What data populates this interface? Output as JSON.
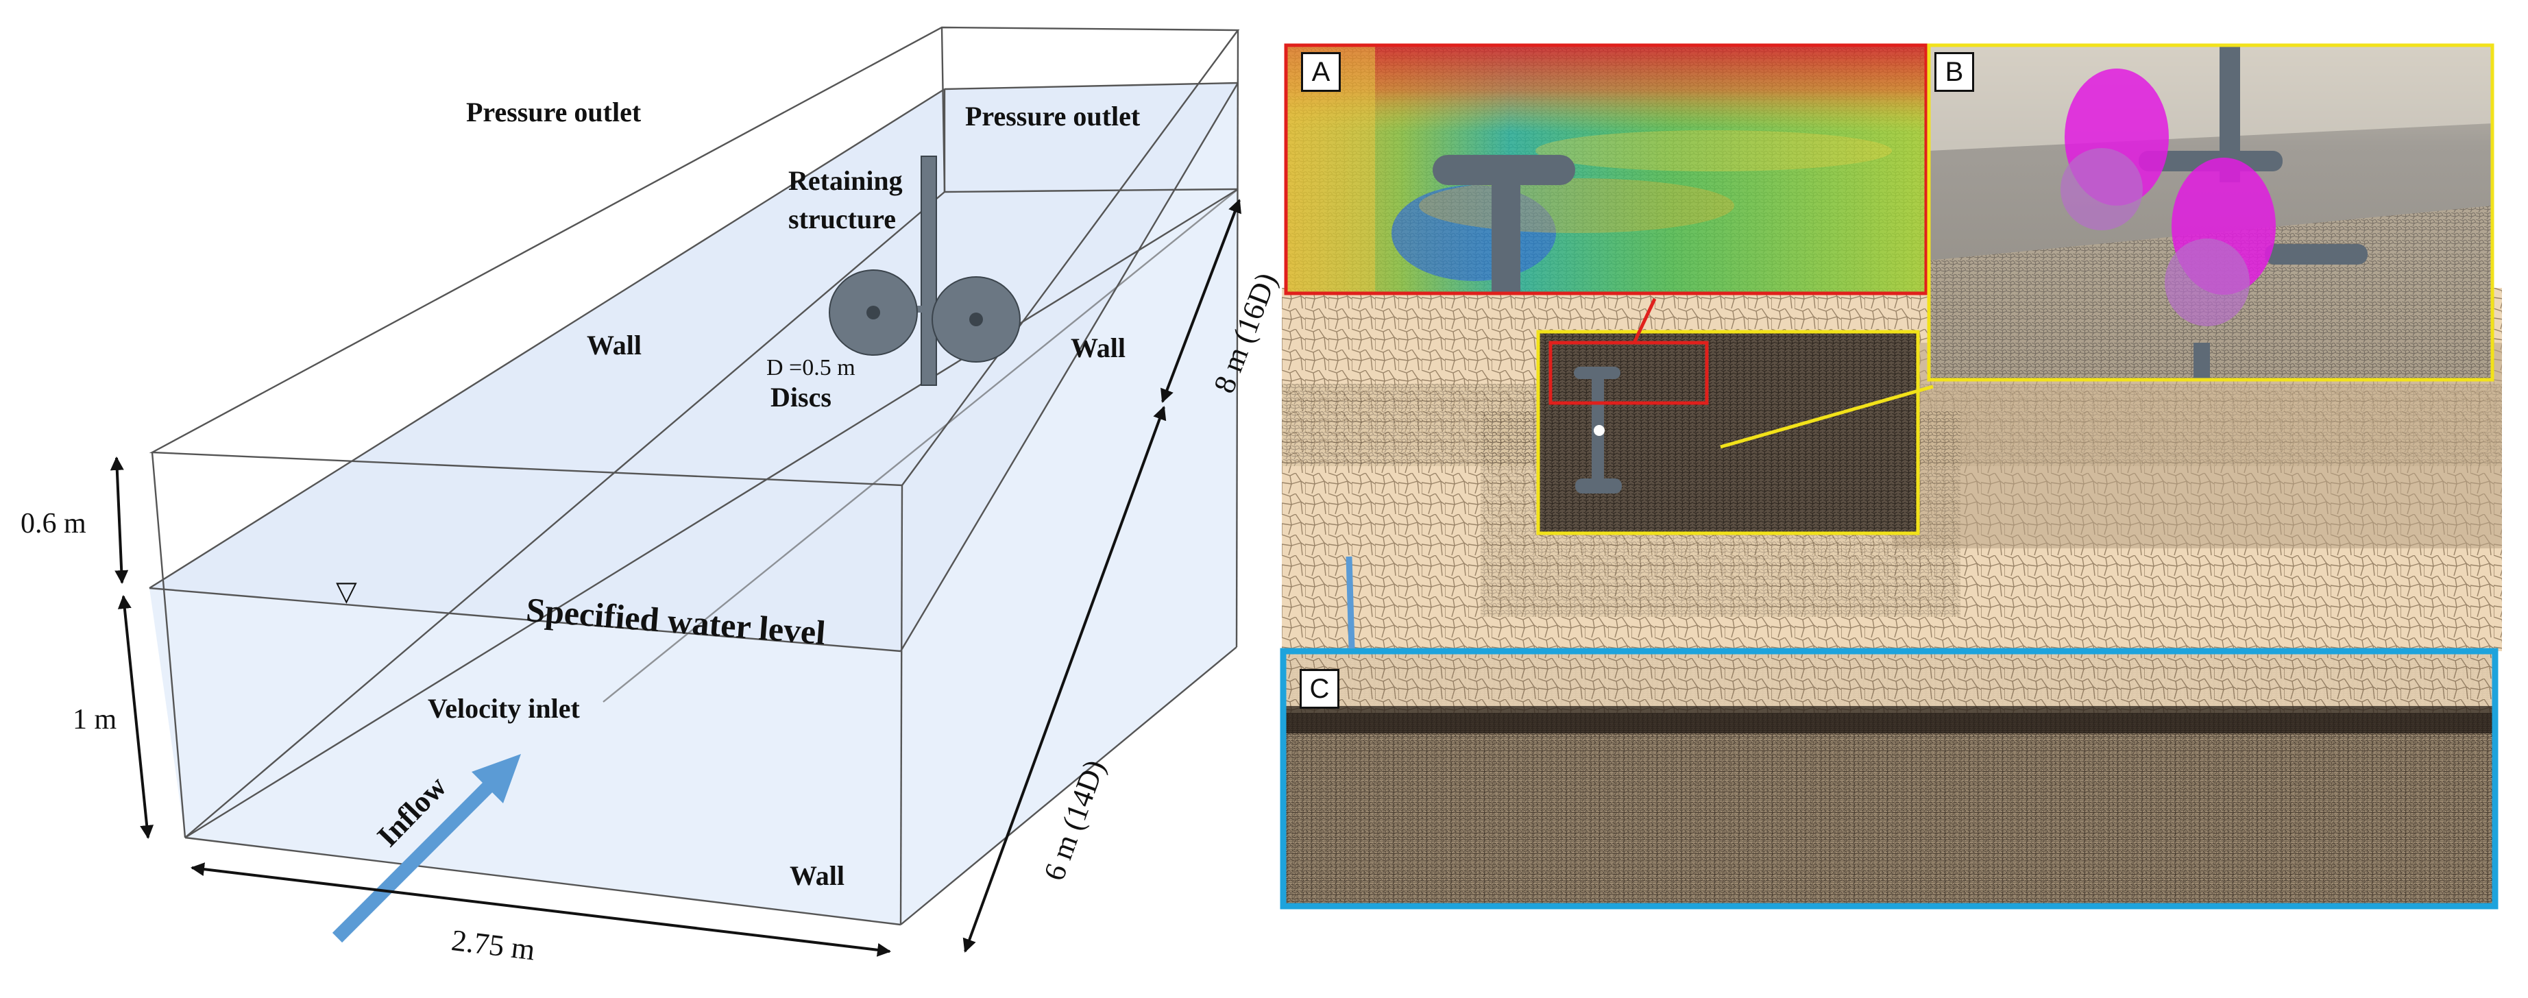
{
  "left_diagram": {
    "labels": {
      "pressure_outlet_top": "Pressure outlet",
      "pressure_outlet_end": "Pressure outlet",
      "retaining_structure_line1": "Retaining",
      "retaining_structure_line2": "structure",
      "wall_left": "Wall",
      "wall_right": "Wall",
      "wall_bottom": "Wall",
      "disc_diameter": "D =0.5 m",
      "discs": "Discs",
      "specified_water_level": "Specified water level",
      "velocity_inlet": "Velocity inlet",
      "inflow": "Inflow",
      "water_level_symbol": "▽"
    },
    "dimensions": {
      "air_height": "0.6 m",
      "water_depth": "1 m",
      "width": "2.75 m",
      "upstream_length": "6 m (14D)",
      "downstream_length": "8 m (16D)"
    },
    "colors": {
      "water": "#e6eefb",
      "edges": "#555555",
      "inflow_arrow": "#5b9bd5",
      "disc": "#6b7783"
    }
  },
  "right_panels": {
    "mesh_background": "#e8d3b3",
    "panels": [
      {
        "tag": "A",
        "content": "velocity-contour-closeup",
        "border_color": "#e0201c"
      },
      {
        "tag": "B",
        "content": "3d-discs-on-structure",
        "border_color": "#f2e21a"
      },
      {
        "tag": "C",
        "content": "free-surface-mesh-refinement",
        "border_color": "#1ea3dc"
      }
    ],
    "colors": {
      "disc_magenta": "#e21be0",
      "structure_gray": "#5e6a76",
      "inset_border": "#f2e21a",
      "blue_marker": "#5b9bd5"
    }
  }
}
